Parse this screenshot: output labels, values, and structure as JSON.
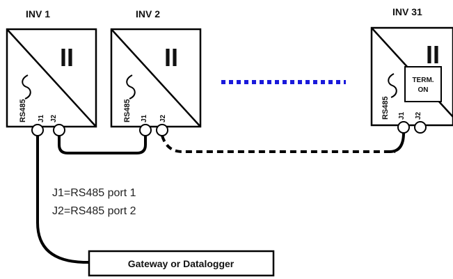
{
  "inverters": [
    {
      "id": "inv1",
      "name": "INV 1",
      "port_label": "RS485",
      "jack1": "J1",
      "jack2": "J2"
    },
    {
      "id": "inv2",
      "name": "INV 2",
      "port_label": "RS485",
      "jack1": "J1",
      "jack2": "J2"
    },
    {
      "id": "inv31",
      "name": "INV 31",
      "port_label": "RS485",
      "jack1": "J1",
      "jack2": "J2",
      "termination": {
        "line1": "TERM.",
        "line2": "ON"
      }
    }
  ],
  "inverter_symbol": "II",
  "legend": {
    "line1": "J1=RS485 port 1",
    "line2": "J2=RS485 port 2"
  },
  "gateway": {
    "label": "Gateway or Datalogger"
  },
  "colors": {
    "line": "#000000",
    "ellipsis": "#1a1adb",
    "background": "#ffffff"
  }
}
